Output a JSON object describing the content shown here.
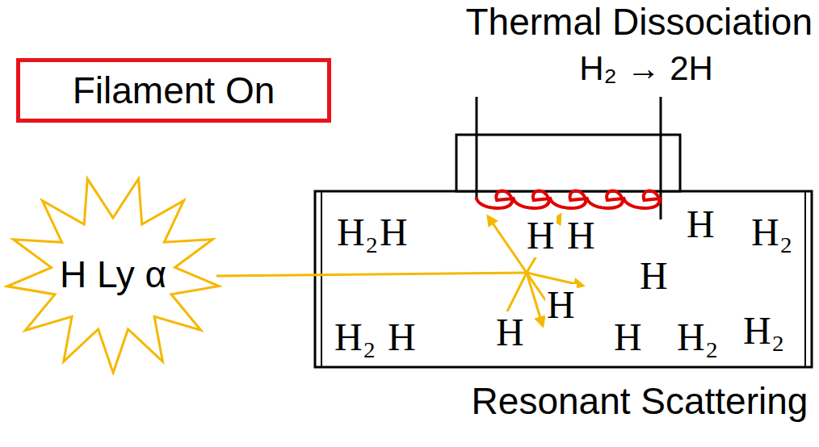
{
  "diagram": {
    "nodes": [
      {
        "text": [
          "Filament On"
        ]
      },
      {
        "text": [
          "H Ly α"
        ]
      }
    ],
    "labels": [
      "Thermal Dissociation",
      "H₂ → 2H",
      "H₂",
      "H",
      "H",
      "H",
      "H",
      "H₂",
      "H",
      "H₂",
      "H",
      "H",
      "H",
      "H",
      "H₂",
      "H₂",
      "Resonant Scattering"
    ]
  }
}
